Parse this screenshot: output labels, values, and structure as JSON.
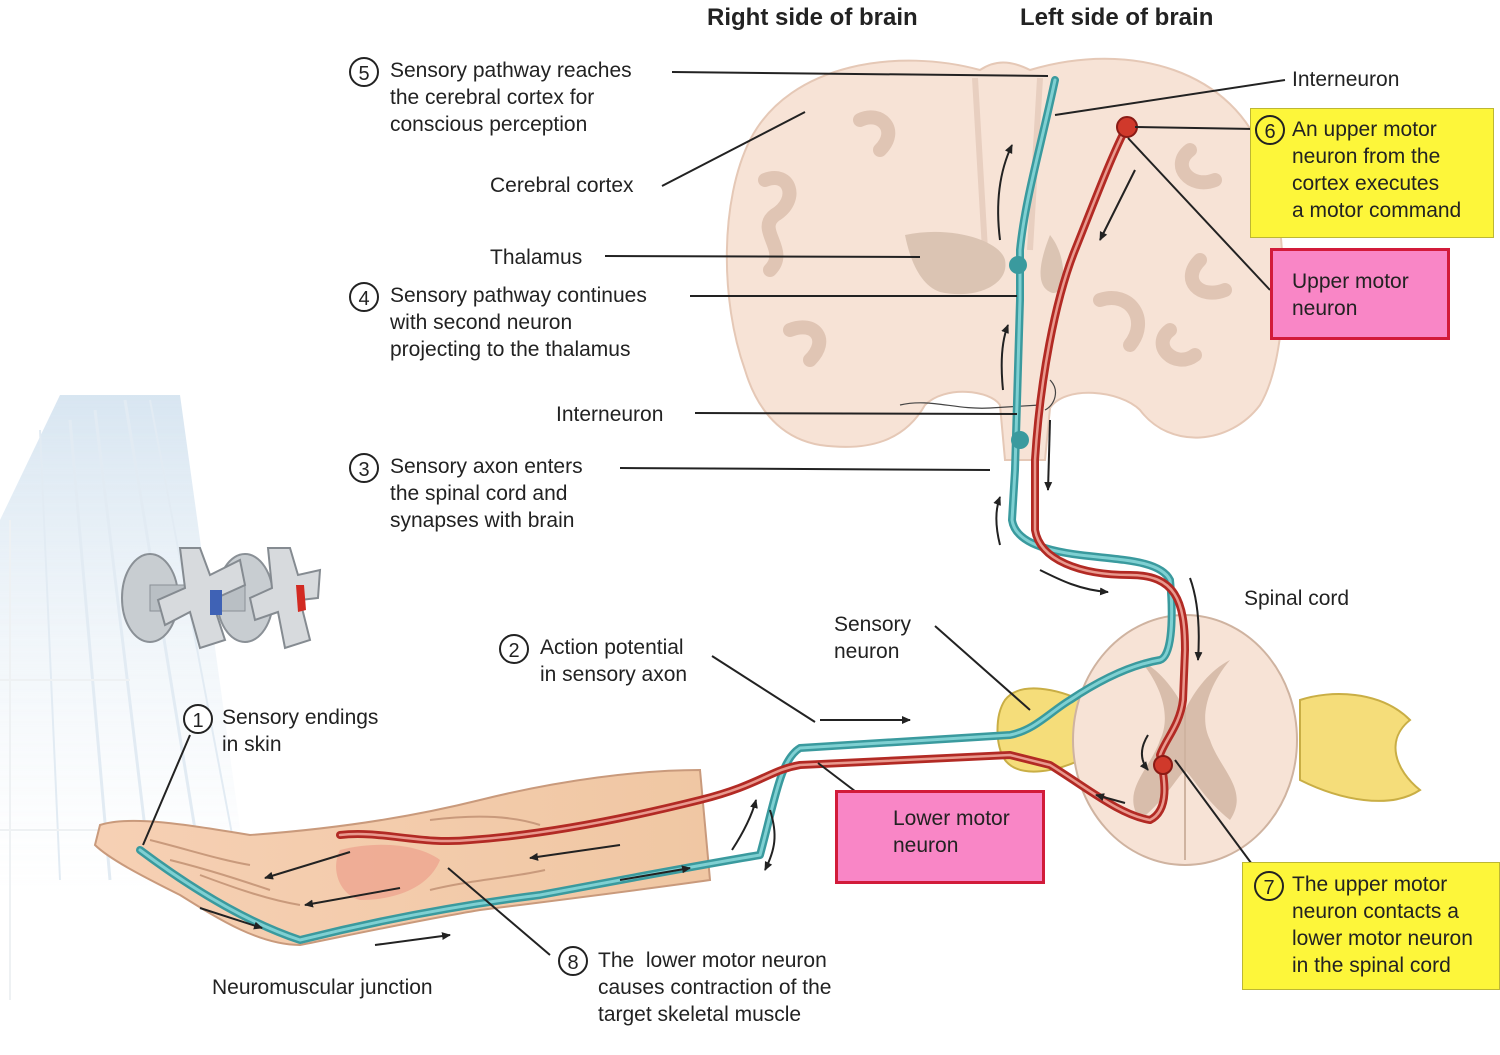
{
  "headers": {
    "right_side": "Right side of brain",
    "left_side": "Left side of brain"
  },
  "steps": [
    {
      "num": "1",
      "lines": [
        "Sensory endings",
        "in skin"
      ]
    },
    {
      "num": "2",
      "lines": [
        "Action potential",
        "in sensory axon"
      ]
    },
    {
      "num": "3",
      "lines": [
        "Sensory axon enters",
        "the spinal cord and",
        "synapses with brain"
      ]
    },
    {
      "num": "4",
      "lines": [
        "Sensory pathway continues",
        "with second neuron",
        "projecting to the thalamus"
      ]
    },
    {
      "num": "5",
      "lines": [
        "Sensory pathway reaches",
        "the cerebral cortex for",
        "conscious perception"
      ]
    },
    {
      "num": "6",
      "lines": [
        "An upper motor",
        "neuron from the",
        "cortex executes",
        "a motor command"
      ]
    },
    {
      "num": "7",
      "lines": [
        "The upper motor",
        "neuron contacts a",
        "lower motor neuron",
        "in the spinal cord"
      ]
    },
    {
      "num": "8",
      "lines": [
        "The  lower motor neuron",
        "causes contraction of the",
        "target skeletal muscle"
      ]
    }
  ],
  "labels": {
    "interneuron_top": "Interneuron",
    "interneuron_mid": "Interneuron",
    "cerebral_cortex": "Cerebral cortex",
    "thalamus": "Thalamus",
    "spinal_cord": "Spinal cord",
    "sensory_neuron": [
      "Sensory",
      "neuron"
    ],
    "neuromuscular_junction": "Neuromuscular junction",
    "upper_motor_neuron": [
      "Upper motor",
      "neuron"
    ],
    "lower_motor_neuron": [
      "Lower motor",
      "neuron"
    ]
  },
  "colors": {
    "sensory_pathway": "#3a9a9e",
    "motor_pathway": "#b22a24",
    "highlight_yellow": "#fdf63a",
    "highlight_pink": "#f986c6",
    "pink_border": "#d21b3a",
    "brain_tissue": "#f7e3d6",
    "brain_fold": "#e0c5b4"
  },
  "icons": [
    "shower-faucet-icon",
    "hand-arm-illustration",
    "brain-section-illustration",
    "spinal-cord-section-illustration"
  ]
}
